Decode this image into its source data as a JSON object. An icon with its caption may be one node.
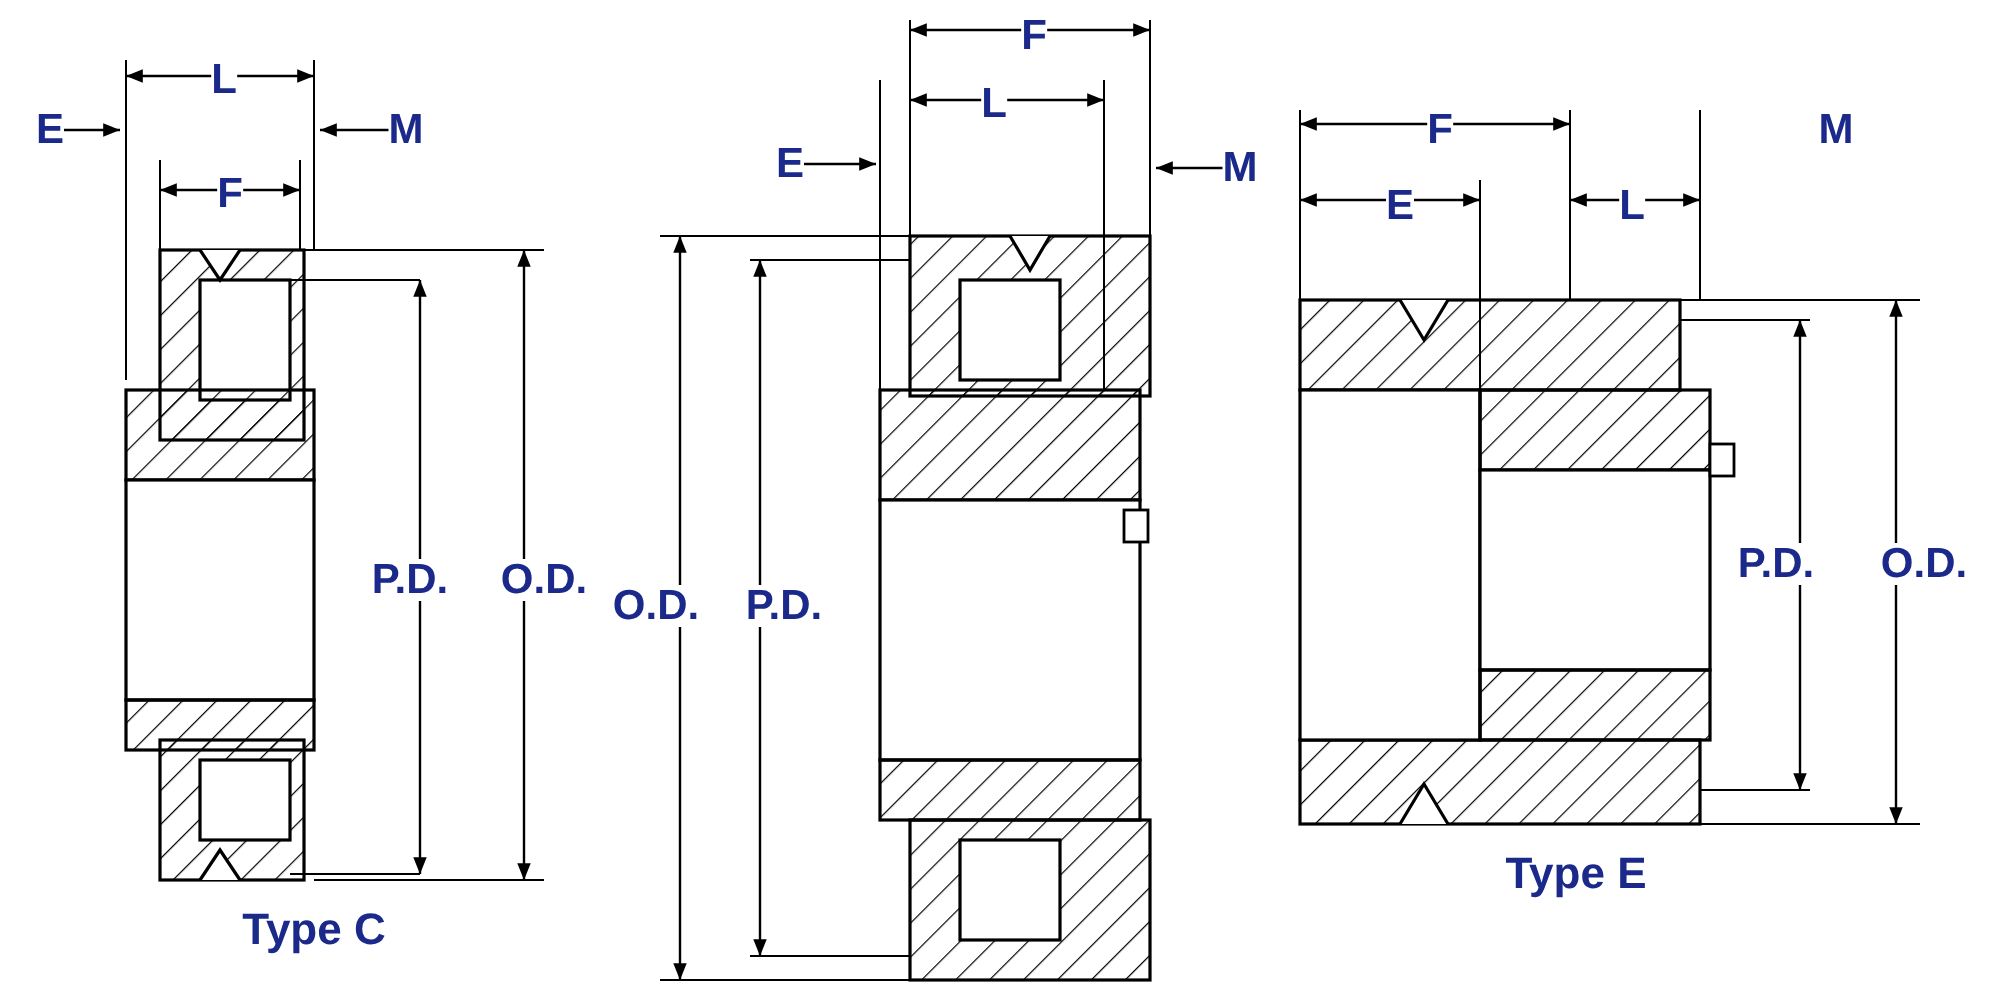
{
  "diagram": {
    "labels": [
      "E",
      "L",
      "M",
      "F",
      "P.D.",
      "O.D.",
      "Type C",
      "F",
      "E",
      "L",
      "M",
      "O.D.",
      "P.D.",
      "F",
      "M",
      "E",
      "L",
      "P.D.",
      "O.D.",
      "Type E"
    ]
  }
}
